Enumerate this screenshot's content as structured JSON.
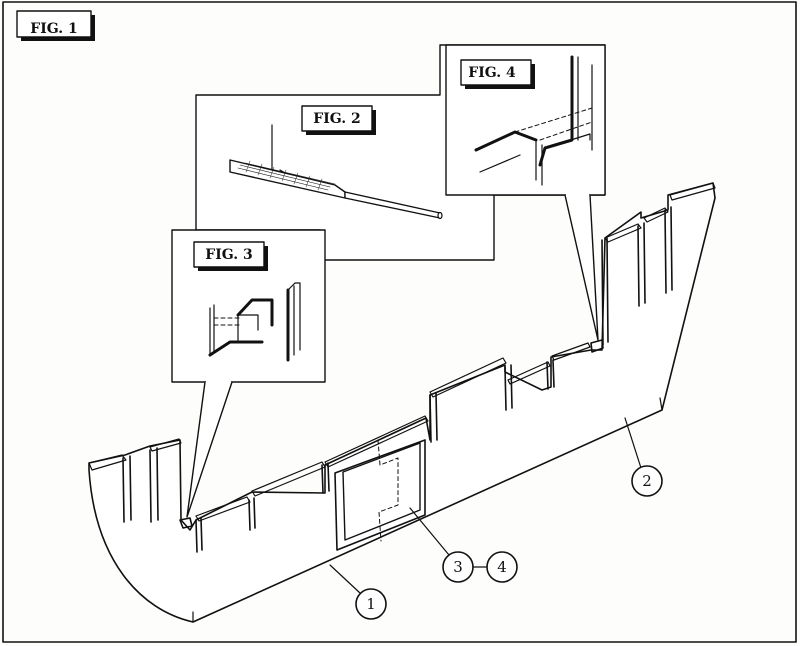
{
  "figures": {
    "fig1": "FIG. 1",
    "fig2": "FIG. 2",
    "fig3": "FIG. 3",
    "fig4": "FIG. 4"
  },
  "callouts": {
    "c1": "1",
    "c2": "2",
    "c3": "3",
    "c4": "4"
  },
  "colors": {
    "ink": "#111111",
    "paper": "#fdfdfb"
  }
}
